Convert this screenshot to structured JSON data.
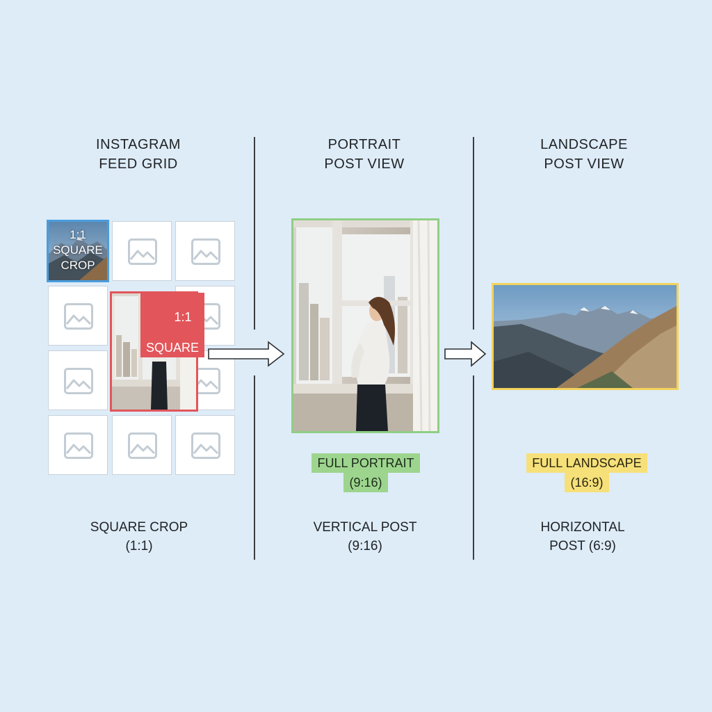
{
  "columns": [
    {
      "heading": "INSTAGRAM\nFEED GRID",
      "caption": "SQUARE CROP\n(1:1)"
    },
    {
      "heading": "PORTRAIT\nPOST VIEW",
      "caption": "VERTICAL POST\n(9:16)",
      "tag_line1": "FULL PORTRAIT",
      "tag_line2": "(9:16)"
    },
    {
      "heading": "LANDSCAPE\nPOST VIEW",
      "caption": "HORIZONTAL\nPOST (6:9)",
      "tag_line1": "FULL LANDSCAPE",
      "tag_line2": "(16:9)"
    }
  ],
  "feed_grid": {
    "blue_crop_label": "1:1\nSQUARE\nCROP",
    "red_crop_line1": "1:1",
    "red_crop_line2": "SQUARE"
  },
  "colors": {
    "background": "#deecf8",
    "blue_crop": "#4a9ddd",
    "red_crop": "#e2555a",
    "portrait_frame": "#8fce85",
    "landscape_frame": "#f3d35c"
  },
  "icons": [
    "image-placeholder-icon",
    "arrow-right-icon"
  ]
}
